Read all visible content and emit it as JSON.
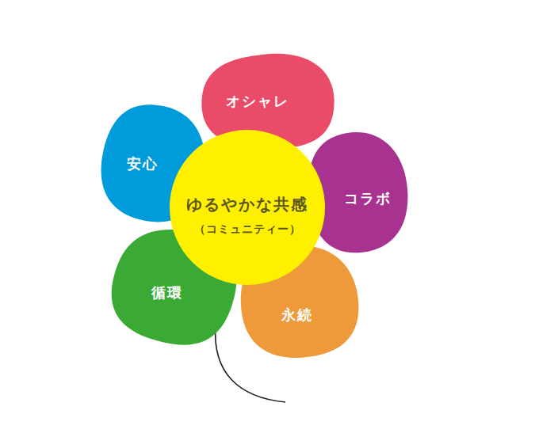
{
  "diagram": {
    "nodes": [
      {
        "text": [
          "オシャレ"
        ]
      },
      {
        "text": [
          "安心"
        ]
      },
      {
        "text": [
          "ゆるやかな共感",
          "（コミュニティー）"
        ]
      },
      {
        "text": [
          "コラボ"
        ]
      },
      {
        "text": [
          "循環"
        ]
      },
      {
        "text": [
          "永続"
        ]
      }
    ]
  }
}
